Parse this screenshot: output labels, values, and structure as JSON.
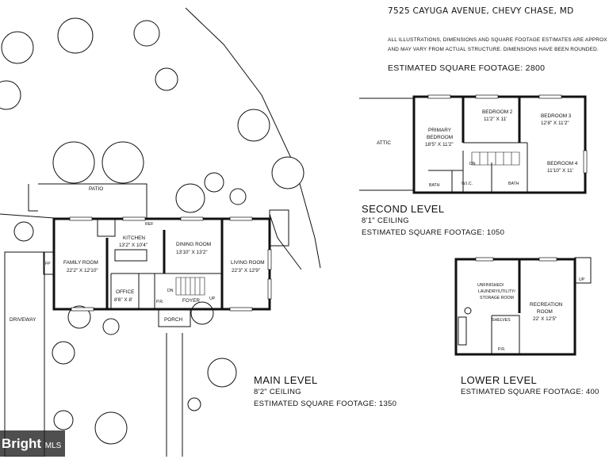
{
  "header": {
    "address": "7525 CAYUGA AVENUE, CHEVY CHASE, MD",
    "disclaimer_line1": "ALL ILLUSTRATIONS, DIMENSIONS AND SQUARE FOOTAGE ESTIMATES ARE APPROX",
    "disclaimer_line2": "AND MAY VARY FROM ACTUAL STRUCTURE. DIMENSIONS HAVE BEEN ROUNDED.",
    "total_sqft": "ESTIMATED SQUARE FOOTAGE: 2800"
  },
  "levels": {
    "main": {
      "title": "MAIN LEVEL",
      "ceiling": "8'2\" CEILING",
      "sqft": "ESTIMATED SQUARE FOOTAGE: 1350",
      "rooms": {
        "patio": "PATIO",
        "kitchen": "KITCHEN",
        "kitchen_dims": "13'2\" X 10'4\"",
        "dining": "DINING ROOM",
        "dining_dims": "13'10\" X 13'2\"",
        "family": "FAMILY ROOM",
        "family_dims": "22'2\" X 12'10\"",
        "living": "LIVING ROOM",
        "living_dims": "22'3\" X 12'9\"",
        "office": "OFFICE",
        "office_dims": "8'6\" X 8'",
        "foyer": "FOYER",
        "porch": "PORCH",
        "pr": "P.R.",
        "driveway": "DRIVEWAY",
        "ref": "REF",
        "fp": "FP",
        "dn": "DN",
        "up": "UP"
      }
    },
    "second": {
      "title": "SECOND LEVEL",
      "ceiling": "8'1\" CEILING",
      "sqft": "ESTIMATED SQUARE FOOTAGE: 1050",
      "rooms": {
        "attic": "ATTIC",
        "primary_l1": "PRIMARY",
        "primary_l2": "BEDROOM",
        "primary_dims": "18'5\" X 11'2\"",
        "bed2": "BEDROOM 2",
        "bed2_dims": "11'2\" X 11'",
        "bed3": "BEDROOM 3",
        "bed3_dims": "12'8\" X 11'2\"",
        "bed4": "BEDROOM 4",
        "bed4_dims": "11'10\" X 11'",
        "bath": "BATH",
        "wic": "W.I.C.",
        "dn": "DN"
      }
    },
    "lower": {
      "title": "LOWER LEVEL",
      "sqft": "ESTIMATED SQUARE FOOTAGE: 400",
      "rooms": {
        "unfinished_l1": "UNFINISHED/",
        "unfinished_l2": "LAUNDRY/UTILITY/",
        "unfinished_l3": "STORAGE ROOM",
        "rec": "RECREATION",
        "rec_l2": "ROOM",
        "rec_dims": "22' X 12'5\"",
        "pr": "P.R.",
        "shelves": "SHELVES",
        "up": "UP"
      }
    }
  },
  "watermark": {
    "brand": "Bright",
    "suffix": "MLS"
  }
}
